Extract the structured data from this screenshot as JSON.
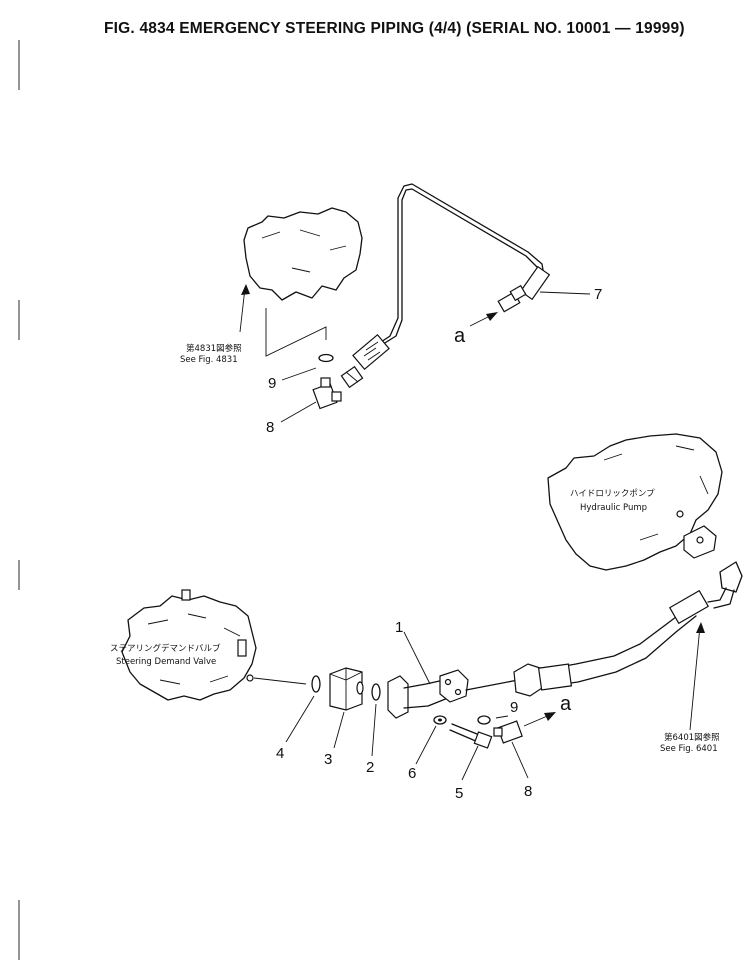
{
  "title": "FIG. 4834  EMERGENCY STEERING PIPING (4/4) (SERIAL NO. 10001 — 19999)",
  "notes": {
    "fig4831_jp": "第4831図参照",
    "fig4831_en": "See Fig. 4831",
    "pump_jp": "ハイドロリックポンプ",
    "pump_en": "Hydraulic Pump",
    "valve_jp": "ステアリングデマンドバルブ",
    "valve_en": "Steering Demand Valve",
    "fig6401_jp": "第6401図参照",
    "fig6401_en": "See Fig. 6401"
  },
  "connection_labels": {
    "a_top": "a",
    "a_bottom": "a"
  },
  "callouts": {
    "c9_top": "9",
    "c8_top": "8",
    "c7": "7",
    "c1": "1",
    "c9_bottom": "9",
    "c4": "4",
    "c3": "3",
    "c2": "2",
    "c6": "6",
    "c5": "5",
    "c8_bottom": "8"
  }
}
